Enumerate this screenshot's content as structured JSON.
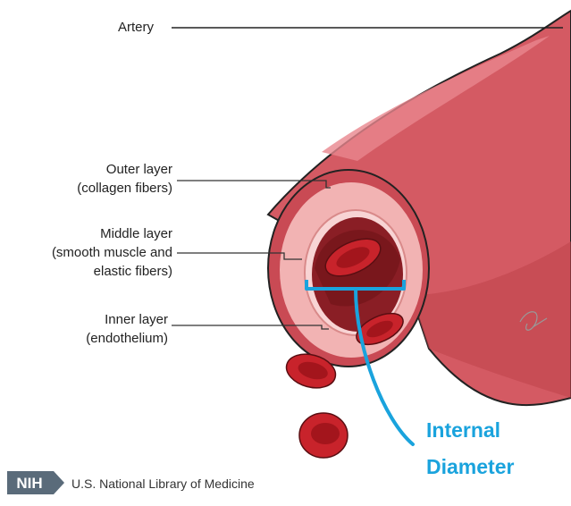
{
  "labels": {
    "artery": "Artery",
    "outer_layer": "Outer layer",
    "outer_layer_detail": "(collagen fibers)",
    "middle_layer": "Middle layer",
    "middle_layer_detail_1": "(smooth muscle and",
    "middle_layer_detail_2": "elastic fibers)",
    "inner_layer": "Inner layer",
    "inner_layer_detail": "(endothelium)"
  },
  "annotation": {
    "line1": "Internal",
    "line2": "Diameter",
    "color": "#1aa3dd"
  },
  "footer": {
    "logo_text": "NIH",
    "org_name": "U.S. National Library of Medicine"
  },
  "colors": {
    "vessel_outer": "#d45a63",
    "vessel_dark": "#b7363f",
    "inner_ring": "#f2b3b3",
    "lumen": "#8a1e25",
    "blood_cell": "#c8232b"
  }
}
